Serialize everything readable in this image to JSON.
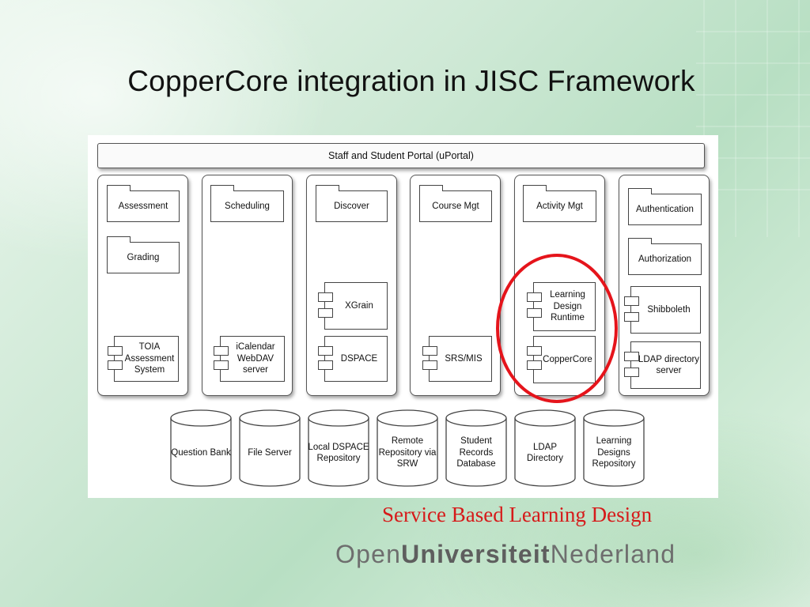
{
  "slide": {
    "title": "CopperCore integration in JISC Framework",
    "subtitle": "Service Based Learning Design",
    "logo": {
      "part1": "Open",
      "part2": "Universiteit",
      "part3": "Nederland"
    }
  },
  "diagram": {
    "portal": "Staff and Student Portal (uPortal)",
    "columns": [
      {
        "folders": [
          "Assessment",
          "Grading"
        ],
        "components": [
          "TOIA Assessment System"
        ]
      },
      {
        "folders": [
          "Scheduling"
        ],
        "components": [
          "iCalendar WebDAV server"
        ]
      },
      {
        "folders": [
          "Discover"
        ],
        "components": [
          "XGrain",
          "DSPACE"
        ]
      },
      {
        "folders": [
          "Course Mgt"
        ],
        "components": [
          "SRS/MIS"
        ]
      },
      {
        "folders": [
          "Activity Mgt"
        ],
        "components": [
          "Learning Design Runtime",
          "CopperCore"
        ]
      },
      {
        "folders": [
          "Authentication",
          "Authorization"
        ],
        "components": [
          "Shibboleth",
          "LDAP directory server"
        ]
      }
    ],
    "databases": [
      "Question Bank",
      "File Server",
      "Local DSPACE Repository",
      "Remote Repository via SRW",
      "Student Records Database",
      "LDAP Directory",
      "Learning Designs Repository"
    ],
    "highlight_color": "#e5141b"
  }
}
